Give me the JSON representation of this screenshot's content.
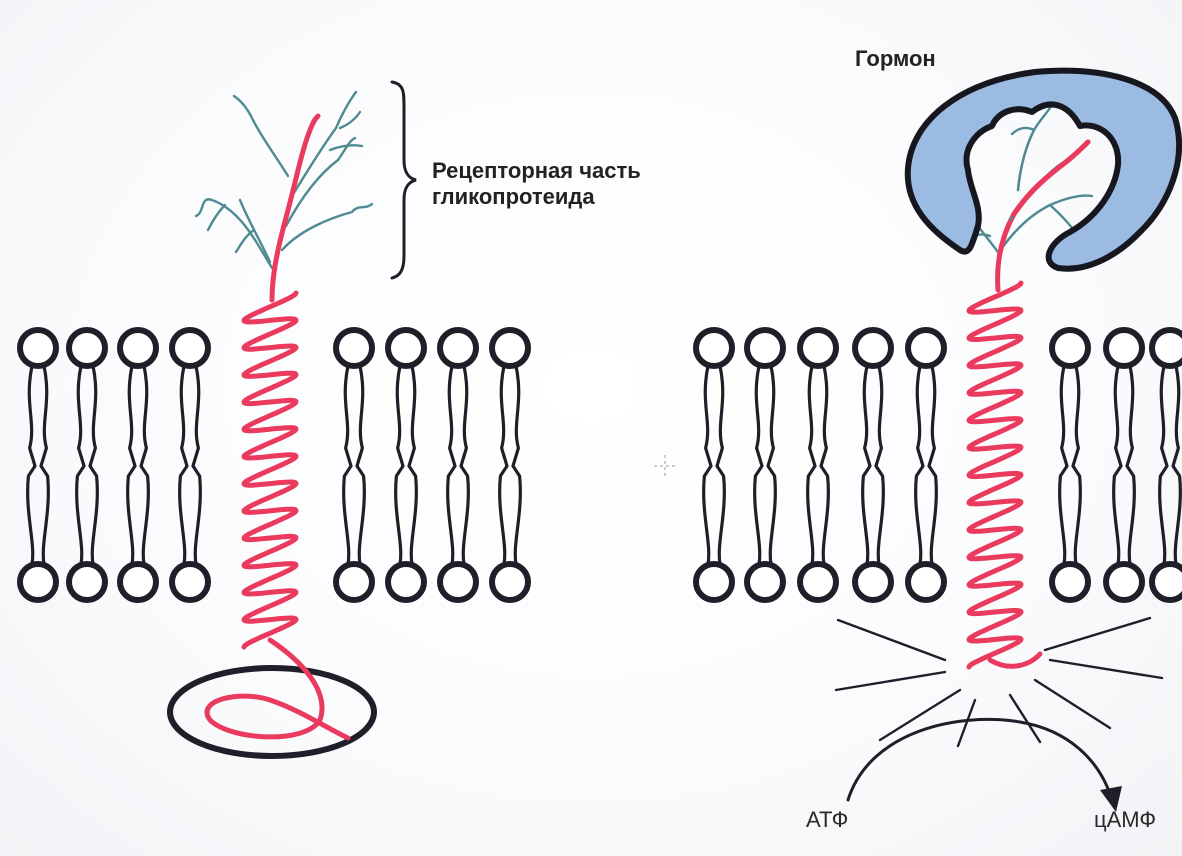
{
  "labels": {
    "receptor_line1": "Рецепторная часть",
    "receptor_line2": "гликопротеида",
    "hormone": "Гормон",
    "atf": "АТФ",
    "camf": "цАМФ"
  },
  "colors": {
    "membrane": "#1f1f2a",
    "helix": "#ea3a5e",
    "carbohydrate": "#4f8a93",
    "hormone_fill": "#9bbbe2",
    "hormone_stroke": "#17171f"
  }
}
